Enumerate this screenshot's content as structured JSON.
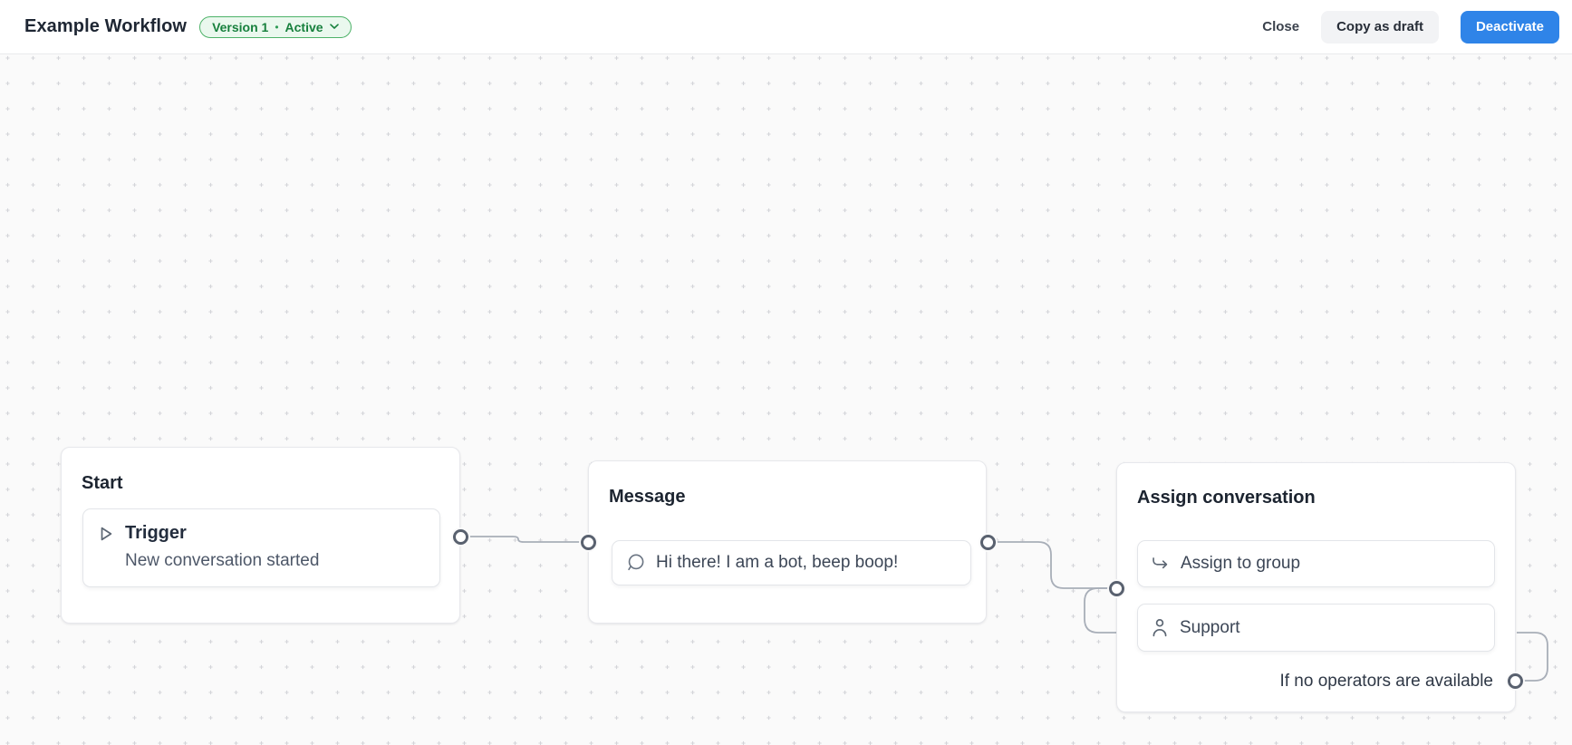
{
  "header": {
    "title": "Example Workflow",
    "badge": {
      "version": "Version 1",
      "dot": "•",
      "status": "Active"
    },
    "buttons": {
      "close": "Close",
      "copy_as_draft": "Copy as draft",
      "deactivate": "Deactivate"
    }
  },
  "canvas": {
    "nodes": {
      "start": {
        "title": "Start",
        "trigger": {
          "label": "Trigger",
          "description": "New conversation started"
        }
      },
      "message": {
        "title": "Message",
        "bubble": {
          "text": "Hi there! I am a bot, beep boop!"
        }
      },
      "assign": {
        "title": "Assign conversation",
        "actions": {
          "group": "Assign to group",
          "team": "Support"
        },
        "fallback": "If no operators are available"
      }
    }
  },
  "colors": {
    "badge_text_green": "#17803d",
    "badge_border_green": "#4db268",
    "badge_bg_green": "#eaf8ee",
    "primary_blue": "#2f84e8",
    "edge_gray": "#a8aeb8",
    "port_ring": "#59616f",
    "canvas_bg": "#fafafa"
  }
}
